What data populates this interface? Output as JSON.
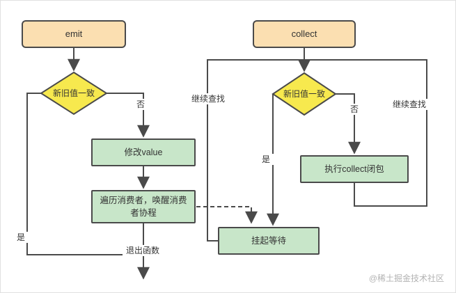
{
  "diagram": {
    "nodes": {
      "emit": "emit",
      "collect": "collect",
      "emit_condition": "新旧值一致",
      "collect_condition": "新旧值一致",
      "modify_value": "修改value",
      "notify_consumers": "遍历消费者，唤醒消费者协程",
      "run_collect_closure": "执行collect闭包",
      "suspend_wait": "挂起等待"
    },
    "edge_labels": {
      "emit_no": "否",
      "emit_yes": "是",
      "exit_function": "退出函数",
      "collect_no": "否",
      "collect_yes": "是",
      "continue_search_left": "继续查找",
      "continue_search_right": "继续查找"
    },
    "watermark": "@稀土掘金技术社区",
    "colors": {
      "start_node_fill": "#fbdfb1",
      "condition_fill": "#f7e94e",
      "process_fill": "#c8e6c9",
      "stroke": "#4a4a4a"
    }
  }
}
